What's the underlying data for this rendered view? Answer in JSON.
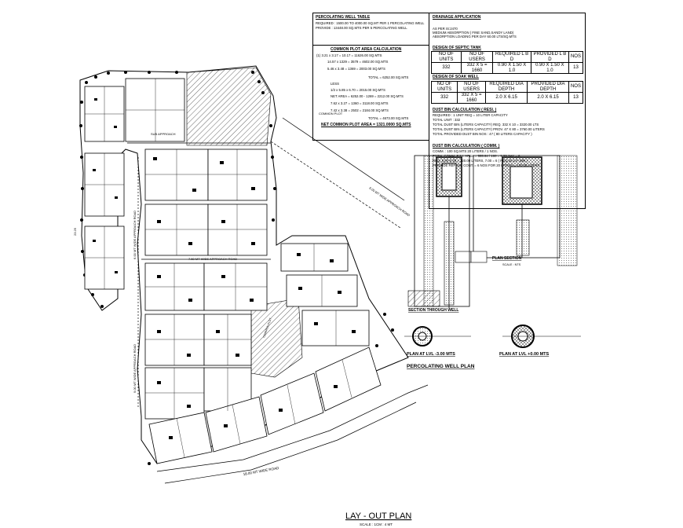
{
  "perc_table": {
    "title": "PERCOLATING WELL TABLE",
    "required": "REQUIRED : 1500.00 TO 4000.00 SQ.MT PER 1 PERCOLATING WELL",
    "provide": "PROVIDE : 13448.00 SQ.MTS PER 5 PERCOLATING WELL"
  },
  "drainage": {
    "title": "DRAINAGE APPLICATION",
    "lines": [
      "AS PER IS:2470",
      "MEDIUM ABSORPTION ( FINE SAND,SANDY LAND)",
      "ABSORPTION LOADING PER DAY 60.00 LTS/SQ.MTS"
    ]
  },
  "septic": {
    "title": "DESIGN OF SEPTIC TANK",
    "headers": [
      "NO OF UNITS",
      "NO OF USERS",
      "REQUIRED L   B   D",
      "PROVIDED L   B   D",
      "NOS"
    ],
    "row": [
      "332",
      "332 X 5 = 1660",
      "0.90 X 1.50 X 1.0",
      "0.90 X 1.50 X 1.0",
      "13"
    ]
  },
  "soakwell": {
    "title": "DESIGN OF SOAK WELL",
    "headers": [
      "NO OF UNITS",
      "NO OF USERS",
      "REQUIRED DIA  DEPTH",
      "PROVIDED DIA  DEPTH",
      "NOS"
    ],
    "row": [
      "332",
      "332 X 5 = 1660",
      "2.0 X 6.15",
      "2.0 X 6.15",
      "13"
    ]
  },
  "dust_resi": {
    "title": "DUST BIN CALCULATION ( RESI. )",
    "lines": [
      "REQUIRED : 1 UNIT REQ = 10 LITER CAPACITY",
      "TOTAL UNIT : 332",
      "TOTAL DUST BIN (LITERS CAPACITY) REQ. 332 X 10 = 3320.00 LTS",
      "TOTAL DUST BIN (LITERS CAPACITY) PROV. 47 X 80 = 3760.00 LITERS",
      "TOTAL PROVIDED DUST BIN NOS : 47 ( 80 LITERS CAPACITY )"
    ]
  },
  "dust_comm": {
    "title": "DUST BIN CALCULATION ( COMM. )",
    "lines": [
      "COMM. : 100 SQ.MTS 20 LITERS / 1 NOS.",
      "TOTAL COMM. F.S.I. AREA = 555.64 / 100 = 5.55 SAY = 6",
      "REQ. 6.00 X 20 = 120.00 LITERS, 7.00 = 6 ( REQ 20 L.P. BIN )",
      "PROVIDE REFUSE CONT. = 6 NOS FOR 20 LITERS = 120.00 LITERS"
    ]
  },
  "common_plot": {
    "title": "COMMON PLOT AREA CALCULATION",
    "lines": [
      "(1)  3.21 x 3.17 = 10.17  =  11626.00 SQ.MTS",
      "14.57 x 1329 = 3579  =  4602.00 SQ.MTS",
      "5.46 x 3.48 = 1369  =  2003.00 SQ.MTS",
      "TOTAL  =  6252.00 SQ.MTS",
      "LESS",
      "1/2 x 5.85 x 6.70  =  2015.00 SQ.MTS",
      "NET AREA = 6252.00 - 1269  =  2212.00 SQ.MTS",
      "7.62 x 3.27 = 1360  =  3118.00 SQ.MTS",
      "7.42 x 3.38 = 2502  =  2184.00 SQ.MTS",
      "TOTAL  =  4673.00 SQ.MTS"
    ],
    "result": "NET COMMON PLOT AREA = 1321.0000 SQ.MTS"
  },
  "labels": {
    "sub_approach": "SUB APPROACH",
    "sub_approach_road": "6.00 MT WIDE APPROACH ROAD",
    "approach_road_mid": "7.50 MT WIDE APPROACH ROAD",
    "left_road": "6.00 MT WIDE APPROACH ROAD",
    "left_road2": "9.00 MT WIDE APPROACH ROAD",
    "main_road": "18.00 MT WIDE ROAD",
    "common_plot": "COMMON PLOT",
    "margin_right": "MARGIN AREA",
    "plot_dim": "23.25"
  },
  "details": {
    "plan_section": "PLAN SECTION",
    "plan_section_scale": "SCALE : NTS",
    "section_well": "SECTION THROUGH WELL",
    "plan_minus": "PLAN AT LVL -3.00 MTS",
    "plan_zero": "PLAN AT LVL +0.00 MTS",
    "well_plan": "PERCOLATING WELL PLAN"
  },
  "footer": {
    "title": "LAY - OUT PLAN",
    "scale": "SCALE : 1CM : 4 MT"
  }
}
